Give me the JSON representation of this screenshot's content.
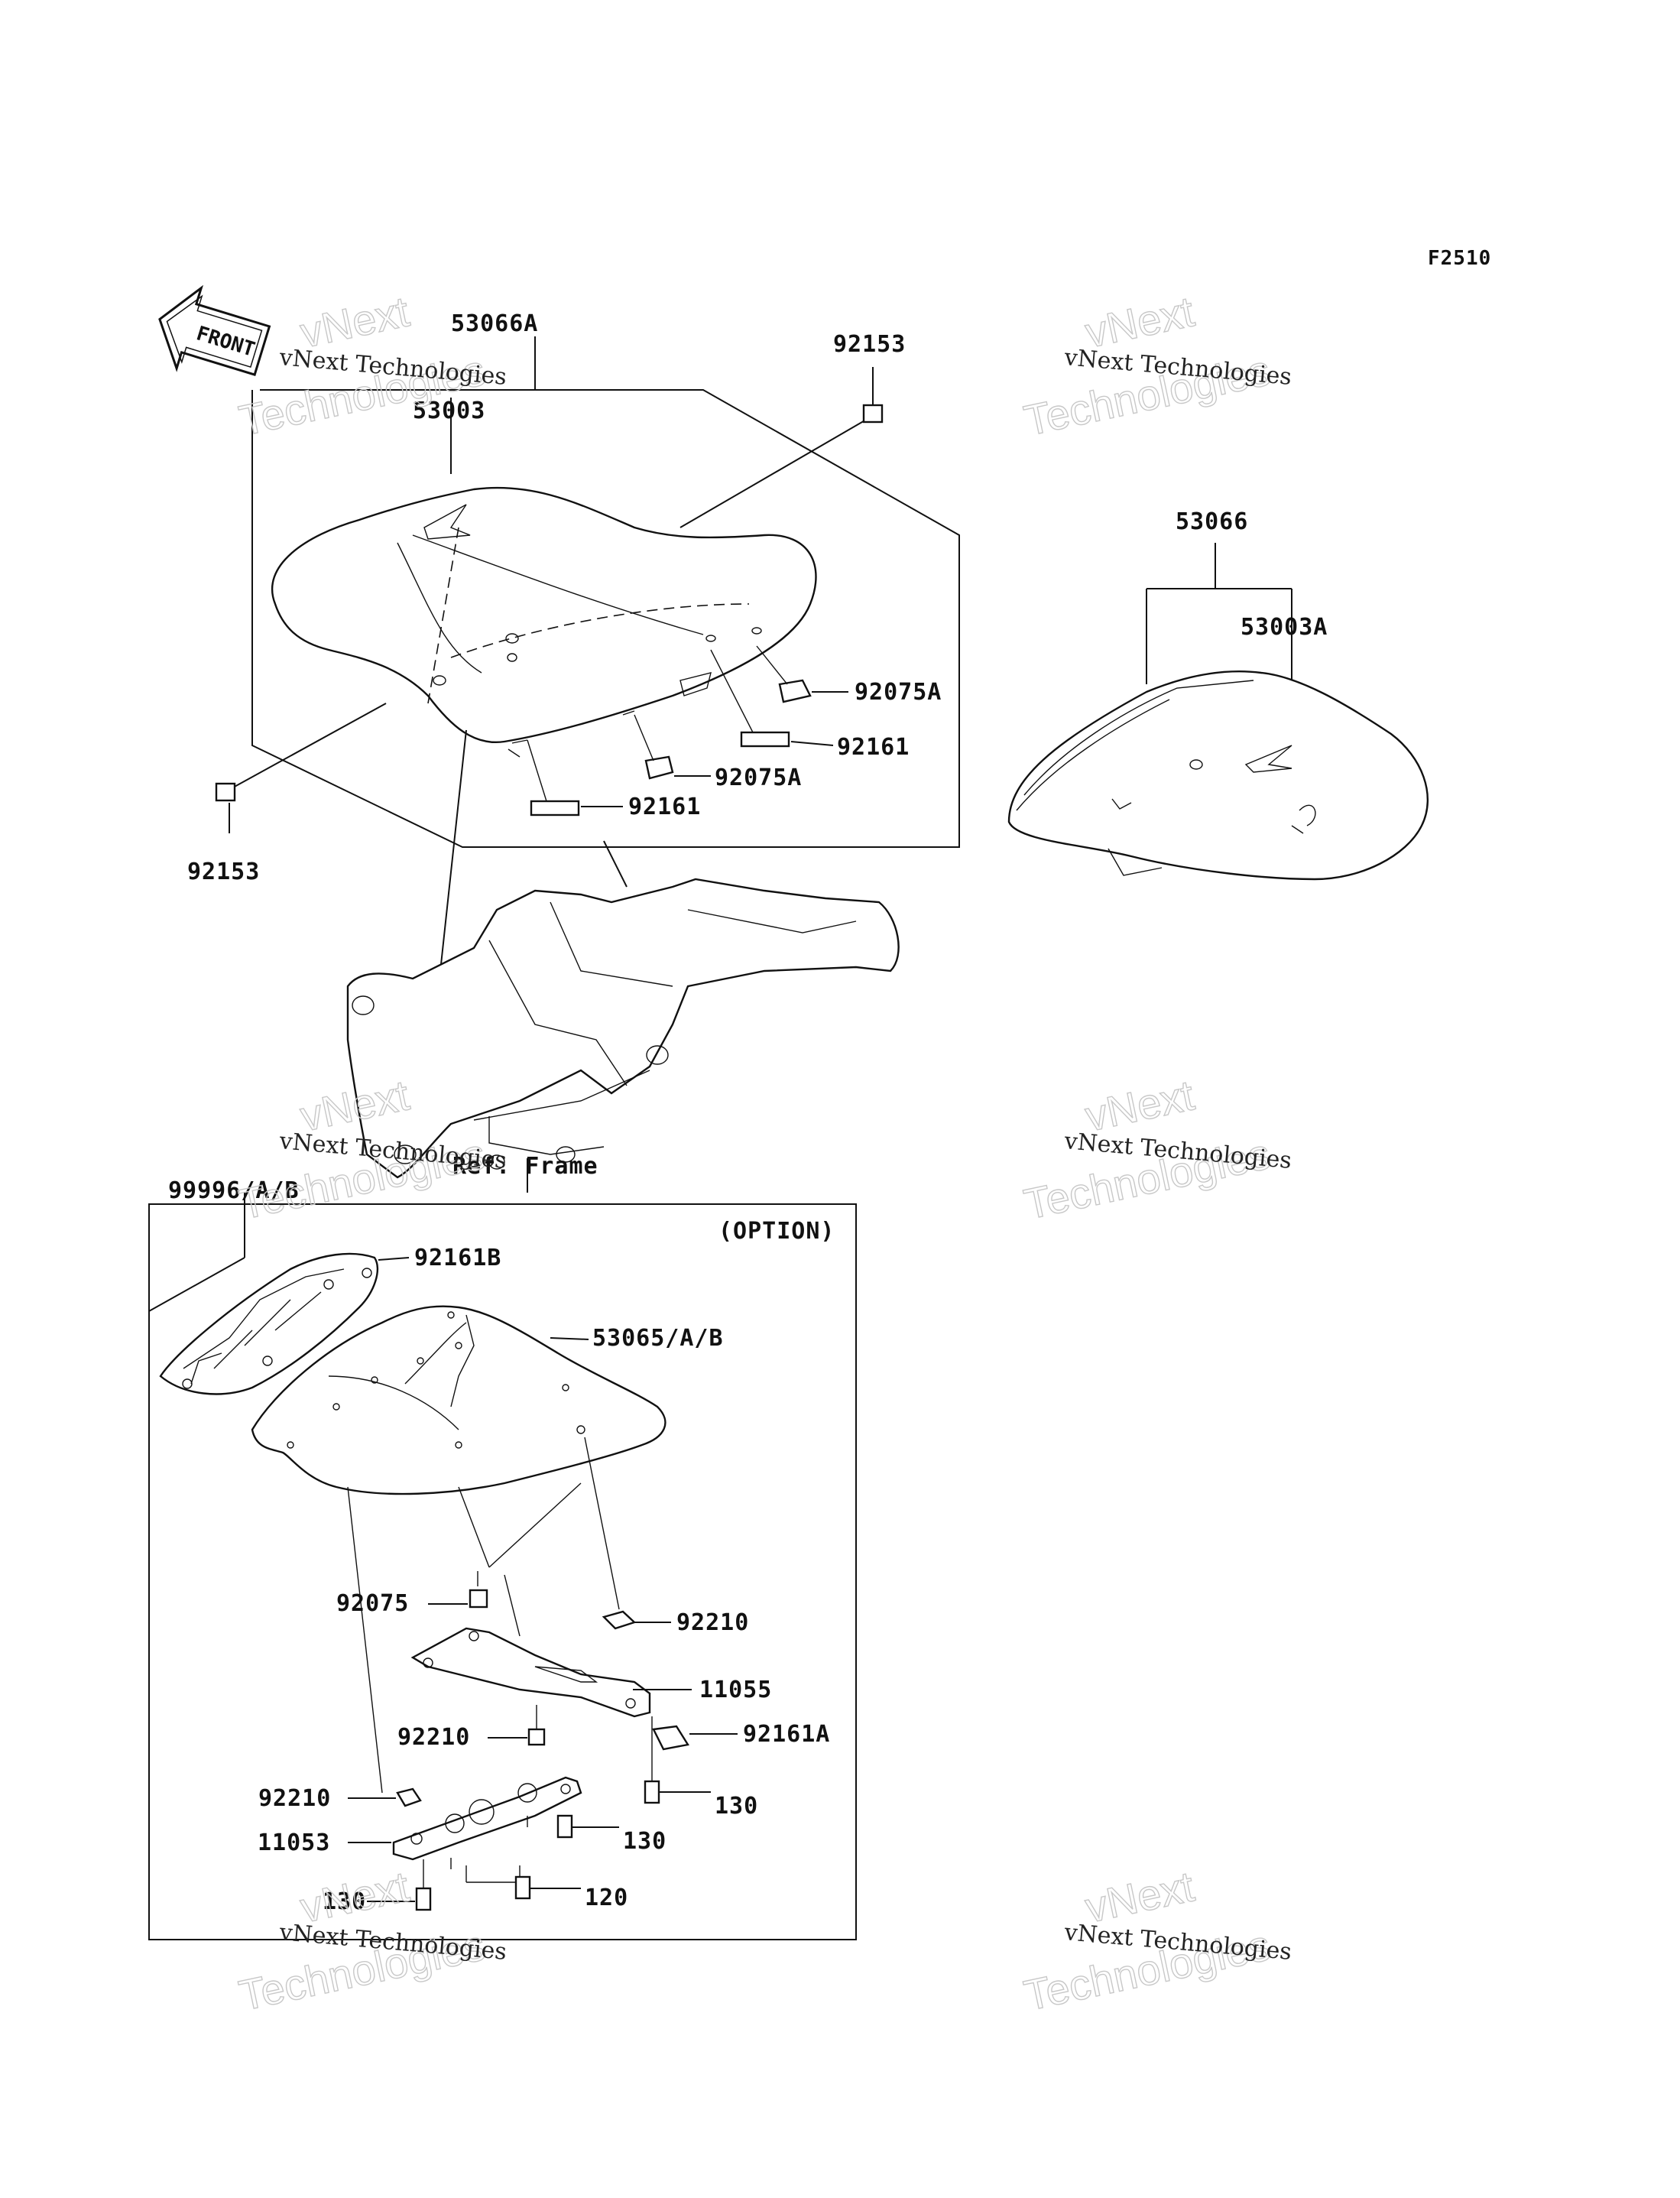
{
  "figure_code": "F2510",
  "front_marker": "FRONT",
  "watermark": {
    "line1": "vNext Technologies",
    "line2": "vNext",
    "line3": "Technologies"
  },
  "option_box_label": "(OPTION)",
  "part_labels": {
    "p53066A": "53066A",
    "p92153_top": "92153",
    "p53003": "53003",
    "p92075A_1": "92075A",
    "p92161_1": "92161",
    "p92075A_2": "92075A",
    "p92161_2": "92161",
    "p92153_left": "92153",
    "p53066": "53066",
    "p53003A": "53003A",
    "ref_frame": "Ref. Frame",
    "p99996": "99996/A/B",
    "p92161B": "92161B",
    "p53065": "53065/A/B",
    "p92075": "92075",
    "p92210_1": "92210",
    "p11055": "11055",
    "p92210_2": "92210",
    "p92161A": "92161A",
    "p92210_3": "92210",
    "p130_1": "130",
    "p130_2": "130",
    "p11053": "11053",
    "p120": "120",
    "p130_3": "130"
  }
}
